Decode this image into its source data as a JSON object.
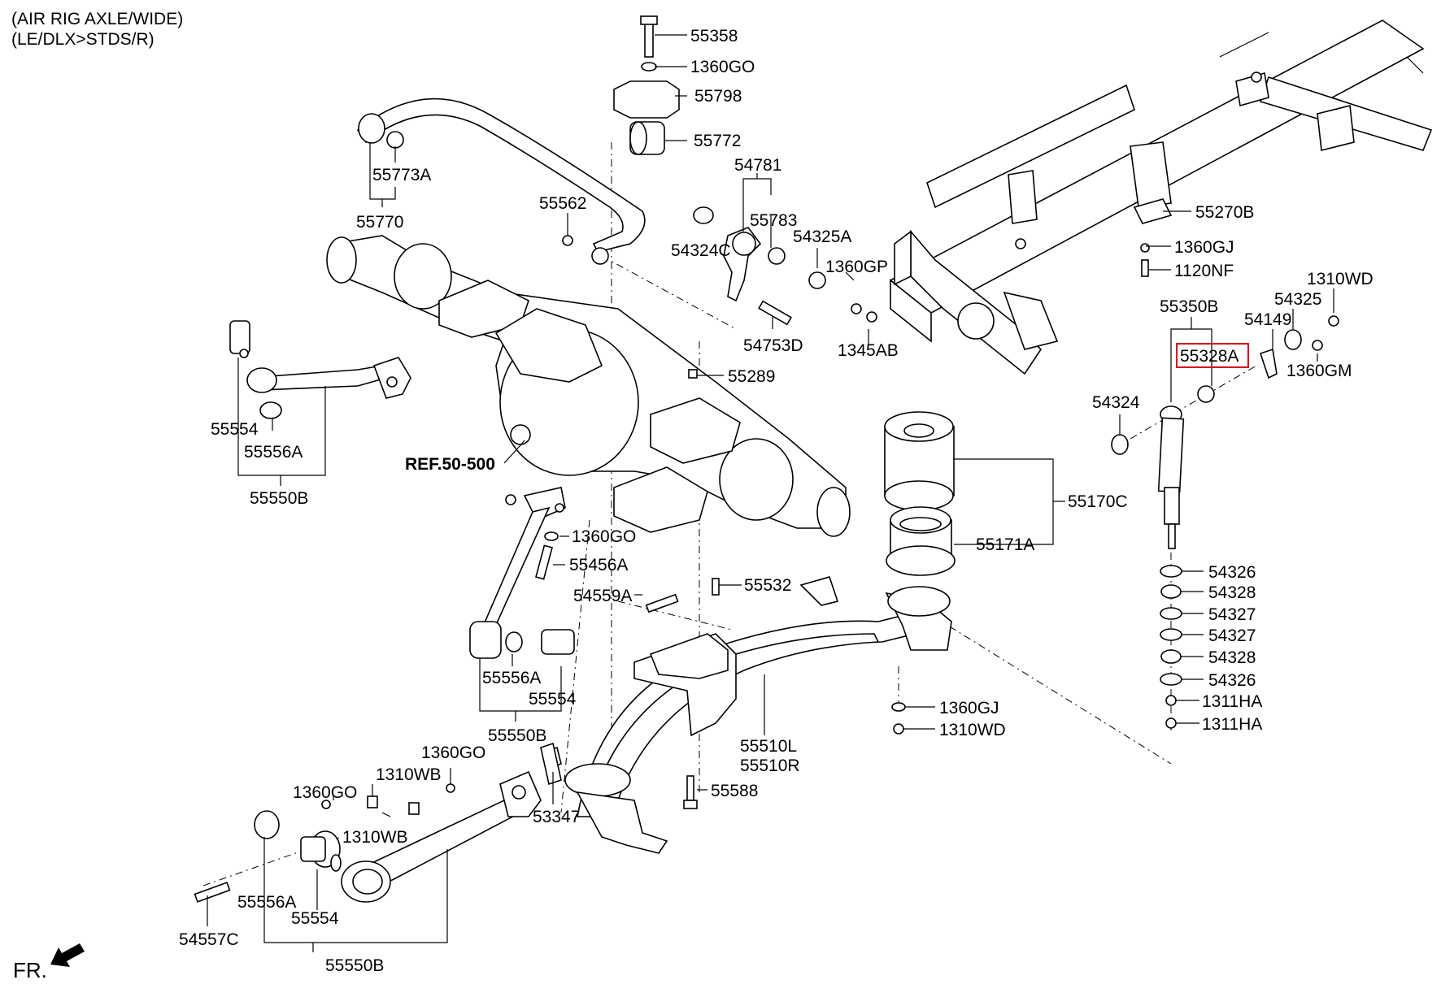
{
  "header": {
    "line1": "(AIR RIG AXLE/WIDE)",
    "line2": "(LE/DLX>STDS/R)"
  },
  "ref_label": "REF.50-500",
  "fr_label": "FR.",
  "highlight_color": "#d9001b",
  "parts": {
    "p55358": "55358",
    "p1360GO_a": "1360GO",
    "p55798": "55798",
    "p55772": "55772",
    "p54781": "54781",
    "p55783": "55783",
    "p54324C": "54324C",
    "p54325A": "54325A",
    "p1360GP": "1360GP",
    "p54753D": "54753D",
    "p1345AB": "1345AB",
    "p55773A": "55773A",
    "p55770": "55770",
    "p55562": "55562",
    "p55554_a": "55554",
    "p55556A_a": "55556A",
    "p55550B_a": "55550B",
    "p55289": "55289",
    "p1360GO_b": "1360GO",
    "p55456A": "55456A",
    "p54559A": "54559A",
    "p55532": "55532",
    "p55556A_b": "55556A",
    "p55554_b": "55554",
    "p55550B_b": "55550B",
    "p55510L": "55510L",
    "p55510R": "55510R",
    "p55588": "55588",
    "p53347": "53347",
    "p1360GO_c": "1360GO",
    "p1310WB_a": "1310WB",
    "p1360GO_d": "1360GO",
    "p1310WB_b": "1310WB",
    "p55556A_c": "55556A",
    "p55554_c": "55554",
    "p54557C": "54557C",
    "p55550B_c": "55550B",
    "p55270B": "55270B",
    "p1360GJ_a": "1360GJ",
    "p1120NF": "1120NF",
    "p55350B": "55350B",
    "p1310WD_a": "1310WD",
    "p54325": "54325",
    "p54149": "54149",
    "p55328A": "55328A",
    "p1360GM": "1360GM",
    "p54324": "54324",
    "p55170C": "55170C",
    "p55171A": "55171A",
    "p54326_a": "54326",
    "p54328_a": "54328",
    "p54327_a": "54327",
    "p54327_b": "54327",
    "p54328_b": "54328",
    "p54326_b": "54326",
    "p1311HA_a": "1311HA",
    "p1311HA_b": "1311HA",
    "p1360GJ_b": "1360GJ",
    "p1310WD_b": "1310WD"
  },
  "icons": {
    "fr_arrow": "front-direction-arrow-icon"
  }
}
